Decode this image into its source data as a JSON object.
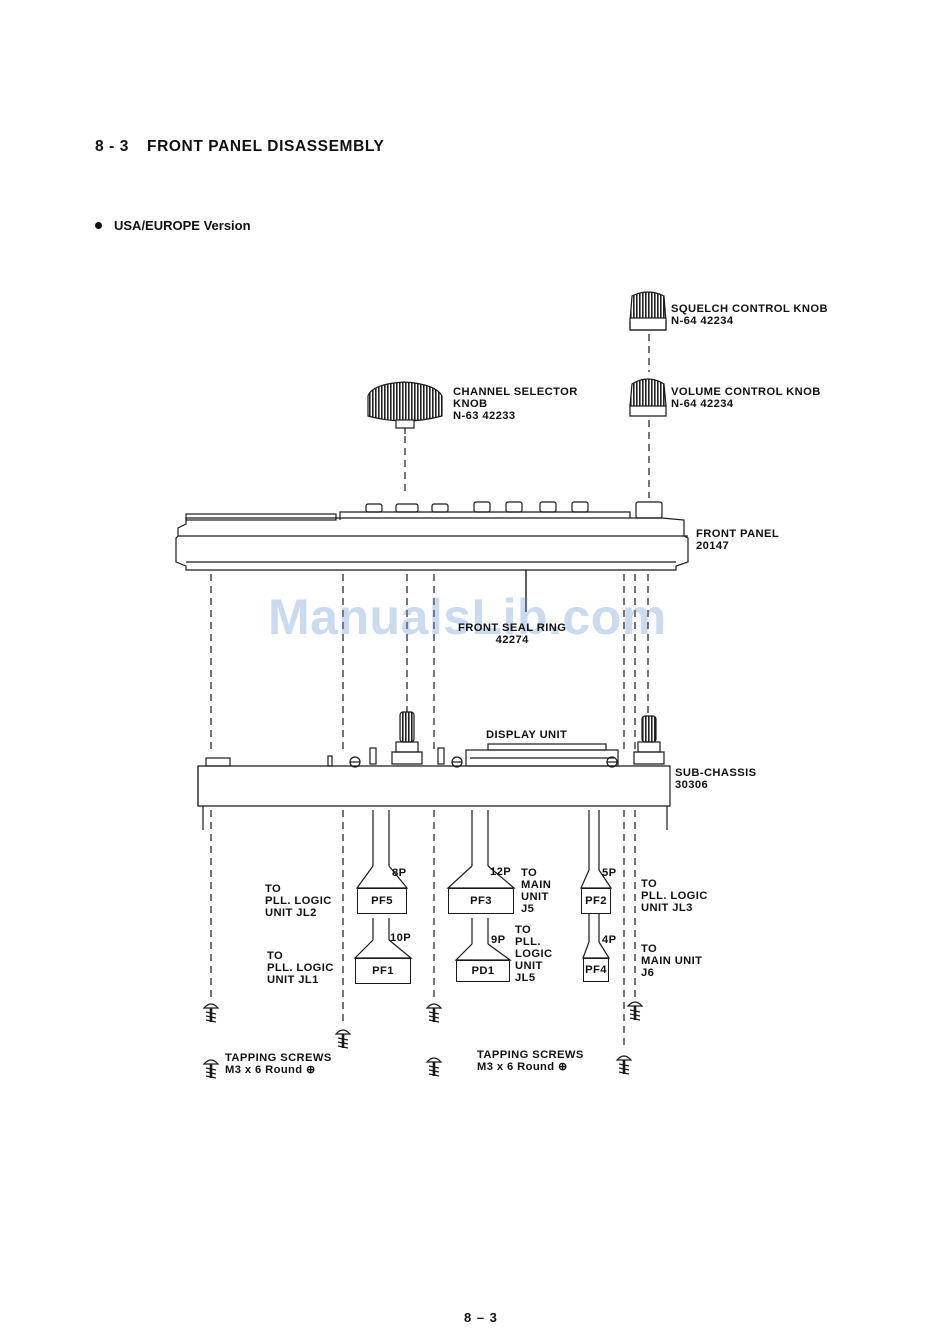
{
  "heading": {
    "number": "8 - 3",
    "title": "FRONT PANEL DISASSEMBLY"
  },
  "subheading": {
    "text": "USA/EUROPE Version"
  },
  "parts": {
    "squelch_knob": {
      "name": "SQUELCH CONTROL KNOB",
      "code": "N-64  42234"
    },
    "volume_knob": {
      "name": "VOLUME CONTROL KNOB",
      "code": "N-64  42234"
    },
    "channel_knob": {
      "name_line1": "CHANNEL SELECTOR",
      "name_line2": "KNOB",
      "code": "N-63  42233"
    },
    "front_panel": {
      "name": "FRONT PANEL",
      "code": "20147"
    },
    "front_seal": {
      "name": "FRONT SEAL RING",
      "code": "42274"
    },
    "display_unit": {
      "name": "DISPLAY UNIT"
    },
    "sub_chassis": {
      "name": "SUB-CHASSIS",
      "code": "30306"
    }
  },
  "connectors": {
    "pf5": {
      "label": "PF5",
      "pins": "8P",
      "dest": [
        "TO",
        "PLL. LOGIC",
        "UNIT JL2"
      ]
    },
    "pf1": {
      "label": "PF1",
      "pins": "10P",
      "dest": [
        "TO",
        "PLL. LOGIC",
        "UNIT JL1"
      ]
    },
    "pf3": {
      "label": "PF3",
      "pins": "12P",
      "dest": [
        "TO",
        "MAIN",
        "UNIT",
        "J5"
      ]
    },
    "pd1": {
      "label": "PD1",
      "pins": "9P",
      "dest": [
        "TO",
        "PLL.",
        "LOGIC",
        "UNIT",
        "JL5"
      ]
    },
    "pf2": {
      "label": "PF2",
      "pins": "5P",
      "dest": [
        "TO",
        "PLL. LOGIC",
        "UNIT JL3"
      ]
    },
    "pf4": {
      "label": "PF4",
      "pins": "4P",
      "dest": [
        "TO",
        "MAIN UNIT",
        "J6"
      ]
    }
  },
  "screws": {
    "left": {
      "name": "TAPPING SCREWS",
      "spec": "M3 x 6 Round ⊕"
    },
    "right": {
      "name": "TAPPING SCREWS",
      "spec": "M3 x 6 Round ⊕"
    }
  },
  "watermark": "ManualsLib.com",
  "footer": "8 – 3"
}
